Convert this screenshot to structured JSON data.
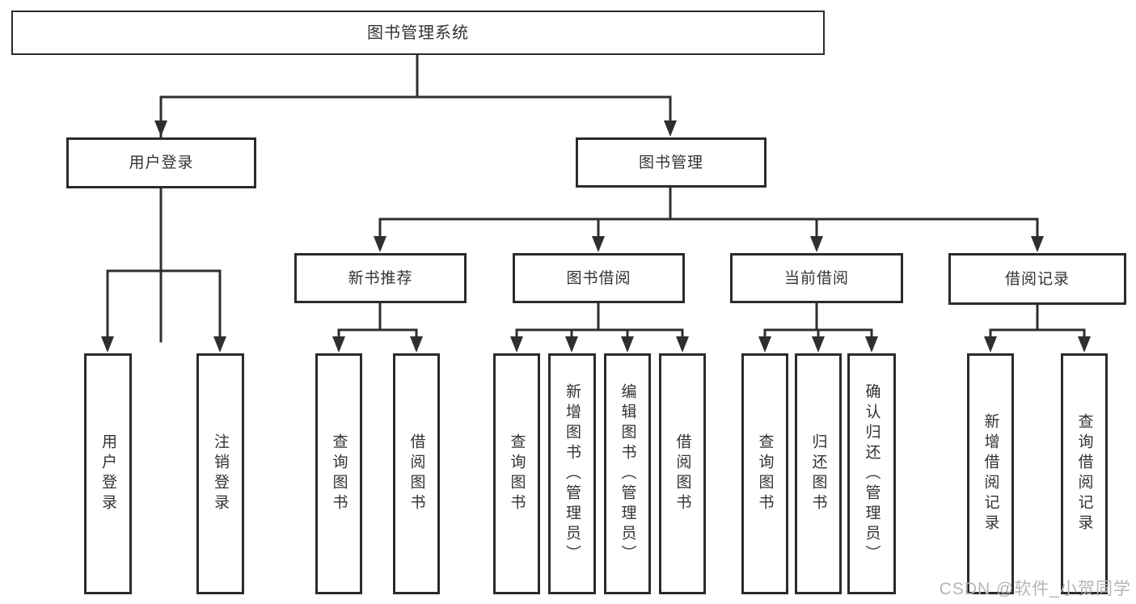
{
  "tree": {
    "root": "图书管理系统",
    "branches": [
      {
        "label": "用户登录",
        "leaves": [
          "用户登录",
          "注销登录"
        ]
      },
      {
        "label": "图书管理",
        "groups": [
          {
            "label": "新书推荐",
            "leaves": [
              "查询图书",
              "借阅图书"
            ]
          },
          {
            "label": "图书借阅",
            "leaves": [
              "查询图书",
              "新增图书（管理员）",
              "编辑图书（管理员）",
              "借阅图书"
            ]
          },
          {
            "label": "当前借阅",
            "leaves": [
              "查询图书",
              "归还图书",
              "确认归还（管理员）"
            ]
          },
          {
            "label": "借阅记录",
            "leaves": [
              "新增借阅记录",
              "查询借阅记录"
            ]
          }
        ]
      }
    ]
  },
  "watermark": {
    "text": "CSDN @软件_小贺同学"
  },
  "colors": {
    "line": "#2f2f2f",
    "box_border": "#2b2b2b",
    "text": "#333333",
    "background": "#ffffff",
    "watermark": "#b5b5b5"
  }
}
